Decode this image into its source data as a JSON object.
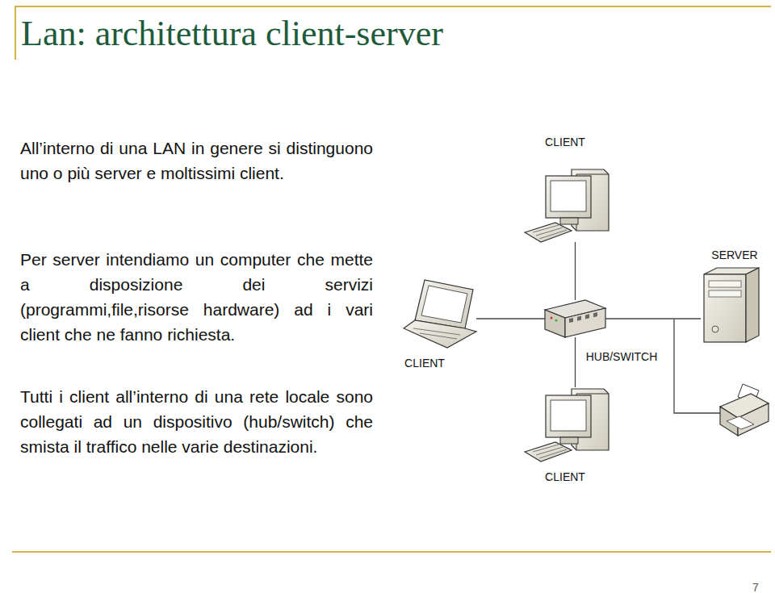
{
  "diagram": {
    "title": "Lan: architettura client-server",
    "nodes": [
      {
        "text": [
          "CLIENT"
        ]
      },
      {
        "text": [
          "SERVER"
        ]
      },
      {
        "text": [
          "CLIENT"
        ]
      },
      {
        "text": [
          "HUB/SWITCH"
        ]
      },
      {
        "text": [
          "CLIENT"
        ]
      }
    ],
    "edges": [
      {
        "from": 3,
        "to": 0,
        "arrow": "none"
      },
      {
        "from": 3,
        "to": 2,
        "arrow": "none"
      },
      {
        "from": 3,
        "to": 1,
        "arrow": "none"
      },
      {
        "from": 3,
        "to": 4,
        "arrow": "none"
      }
    ],
    "labels": [
      "All’interno di una LAN in genere si distinguono uno o più server e moltissimi client.",
      "Per server intendiamo un computer che mette a disposizione dei servizi (programmi,file,risorse hardware) ad i vari client che ne fanno richiesta.",
      "Tutti i client all’interno di una rete locale sono collegati ad un dispositivo (hub/switch) che smista il traffico nelle varie destinazioni.",
      "7"
    ]
  }
}
